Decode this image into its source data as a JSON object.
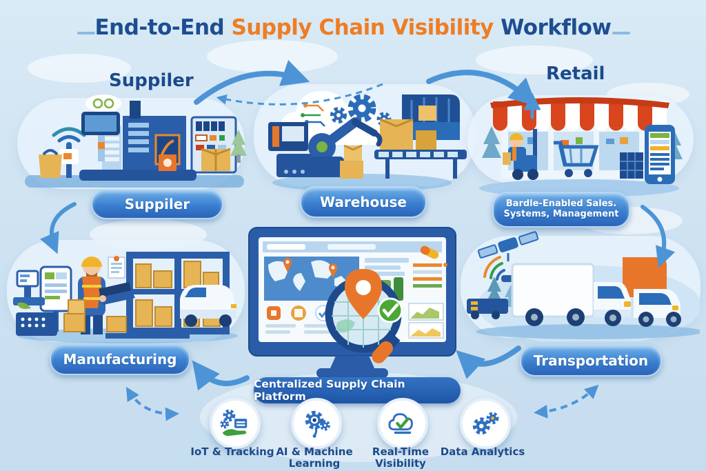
{
  "title": {
    "part1": "End-to-End ",
    "part2": "Supply Chain Visibility",
    "part3": " Workflow"
  },
  "headings": {
    "supplier": "Suppiler",
    "retail": "Retail"
  },
  "pills": {
    "supplier": "Suppiler",
    "warehouse": "Warehouse",
    "retail_line1": "Bardle-Enabled Sales.",
    "retail_line2": "Systems, Management",
    "manufacturing": "Manufacturing",
    "transportation": "Transportation"
  },
  "platform": {
    "label": "Centralized Supply Chain Platform"
  },
  "features": [
    {
      "label": "IoT & Tracking",
      "icon": "gears-chip-hand-icon"
    },
    {
      "label": "AI & Machine Learning",
      "icon": "gear-eye-wrench-icon"
    },
    {
      "label": "Real-Time Visibility",
      "icon": "cloud-check-icon"
    },
    {
      "label": "Data Analytics",
      "icon": "double-gear-icon"
    }
  ],
  "scenes": {
    "supplier": "supplier-factory-scene",
    "warehouse": "warehouse-automation-scene",
    "retail": "retail-storefront-scene",
    "manufacturing": "manufacturing-worker-scene",
    "transportation": "transportation-trucks-satellite-scene",
    "platform": "dashboard-monitor-magnifier-scene"
  },
  "colors": {
    "background": "#cfe3f2",
    "title_blue": "#1d4e8f",
    "title_orange": "#ee7d23",
    "heading_blue": "#1b4a8a",
    "pill_blue": "#3a7fd0",
    "platform_bar_blue": "#2261b2",
    "arrow_blue": "#4d94d6",
    "accent_orange": "#e8762a",
    "box_tan": "#e6b455",
    "awning_red": "#d9451d",
    "success_green": "#44a13c"
  }
}
